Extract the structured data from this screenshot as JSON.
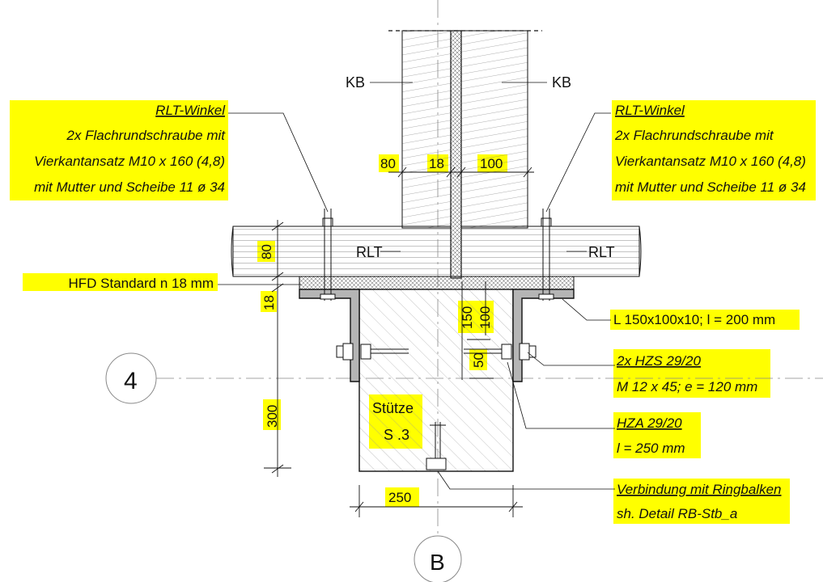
{
  "labels": {
    "kb_left": "KB",
    "kb_right": "KB",
    "rlt_left": "RLT",
    "rlt_right": "RLT",
    "stuetze_line1": "Stütze",
    "stuetze_line2": "S .3"
  },
  "dimensions": {
    "d80_wall": "80",
    "d18_wall": "18",
    "d100_wall": "100",
    "d80_slab": "80",
    "d18_slab": "18",
    "d300": "300",
    "d150": "150",
    "d100_angle": "100",
    "d50": "50",
    "d250": "250"
  },
  "axes": {
    "axis_4": "4",
    "axis_b": "B"
  },
  "callouts": {
    "rlt_winkel_left": {
      "line1": "RLT-Winkel",
      "line2": "2x Flachrundschraube mit",
      "line3": "Vierkantansatz M10 x 160 (4,8)",
      "line4": "mit Mutter und Scheibe 11 ø 34"
    },
    "rlt_winkel_right": {
      "line1": "RLT-Winkel",
      "line2": "2x Flachrundschraube mit",
      "line3": "Vierkantansatz M10 x 160 (4,8)",
      "line4": "mit Mutter und Scheibe 11 ø 34"
    },
    "hfd": "HFD Standard n 18 mm",
    "angle_profile": "L 150x100x10; l = 200 mm",
    "hzs_line1": "2x HZS 29/20",
    "hzs_line2": "M 12 x 45; e = 120 mm",
    "hza_line1": "HZA 29/20",
    "hza_line2": "l = 250 mm",
    "ringbalken_line1": "Verbindung mit Ringbalken",
    "ringbalken_line2": "sh. Detail RB-Stb_a"
  },
  "colors": {
    "highlight": "#ffff00",
    "line": "#111111",
    "gray": "#888888"
  }
}
